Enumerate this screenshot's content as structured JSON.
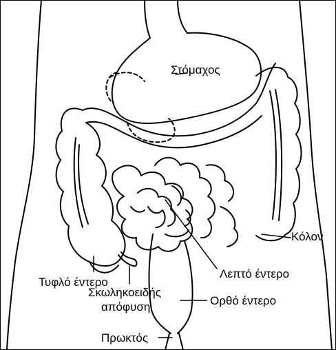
{
  "labels": {
    "stomach": "Στόμαχος",
    "colon": "Κόλον",
    "small_intestine": "Λεπτό έντερο",
    "cecum": "Τυφλό έντερο",
    "appendix_line1": "Σκωληκοειδής",
    "appendix_line2": "απόφυση",
    "rectum": "Ορθό έντερο",
    "anus": "Πρωκτός"
  },
  "colors": {
    "ink": "#000000",
    "background": "#ffffff"
  }
}
